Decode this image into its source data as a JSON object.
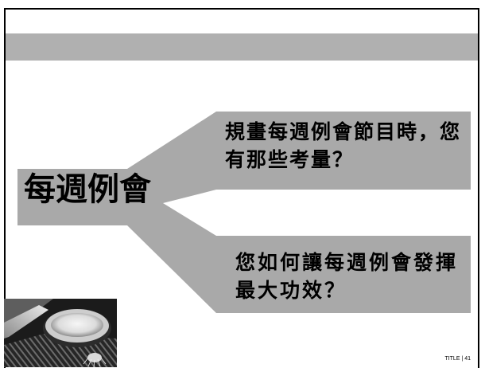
{
  "slide": {
    "topic": "每週例會",
    "branches": [
      {
        "lines": [
          "規畫每週例會節目時，您",
          "有那些考量？"
        ]
      },
      {
        "lines": [
          "您如何讓每週例會發揮",
          "最大功效？"
        ]
      }
    ],
    "footer": "TITLE | 41"
  },
  "colors": {
    "band": "#b0b0b0",
    "diagram": "#a9a9a9"
  }
}
